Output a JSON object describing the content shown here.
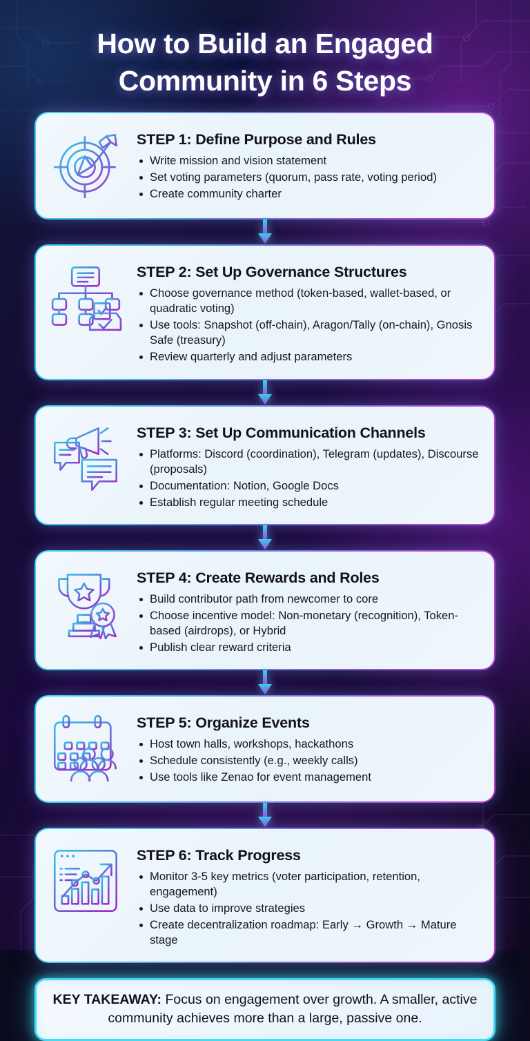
{
  "page": {
    "title_line1": "How to Build an Engaged",
    "title_line2": "Community in 6 Steps"
  },
  "theme": {
    "accent_cyan": "#39d7f0",
    "accent_purple": "#bb3fd4",
    "card_bg": "#eef6fc",
    "text_dark": "#111217",
    "background_dark": "#0b0a1e"
  },
  "steps": [
    {
      "icon": "target-arrow-icon",
      "title": "STEP 1: Define Purpose and Rules",
      "bullets": [
        "Write mission and vision statement",
        "Set voting parameters (quorum, pass rate, voting period)",
        "Create community charter"
      ]
    },
    {
      "icon": "org-chart-ballot-icon",
      "title": "STEP 2: Set Up Governance Structures",
      "bullets": [
        "Choose governance method (token-based, wallet-based, or quadratic voting)",
        "Use tools: Snapshot (off-chain), Aragon/Tally (on-chain), Gnosis Safe (treasury)",
        "Review quarterly and adjust parameters"
      ]
    },
    {
      "icon": "megaphone-chat-icon",
      "title": "STEP 3: Set Up Communication Channels",
      "bullets": [
        "Platforms: Discord (coordination), Telegram (updates), Discourse (proposals)",
        "Documentation: Notion, Google Docs",
        "Establish regular meeting schedule"
      ]
    },
    {
      "icon": "trophy-award-icon",
      "title": "STEP 4: Create Rewards and Roles",
      "bullets": [
        "Build contributor path from newcomer to core",
        "Choose incentive model: Non-monetary (recognition), Token-based (airdrops), or Hybrid",
        "Publish clear reward criteria"
      ]
    },
    {
      "icon": "calendar-people-icon",
      "title": "STEP 5: Organize Events",
      "bullets": [
        "Host town halls, workshops, hackathons",
        "Schedule consistently (e.g., weekly calls)",
        "Use tools like Zenao for event management"
      ]
    },
    {
      "icon": "dashboard-chart-icon",
      "title": "STEP 6: Track Progress",
      "bullets": [
        "Monitor 3-5 key metrics (voter participation, retention, engagement)",
        "Use data to improve strategies",
        "Create decentralization roadmap: Early → Growth → Mature stage"
      ]
    }
  ],
  "takeaway": {
    "label": "KEY TAKEAWAY:",
    "text": " Focus on engagement over growth. A smaller, active community achieves more than a large, passive one."
  }
}
